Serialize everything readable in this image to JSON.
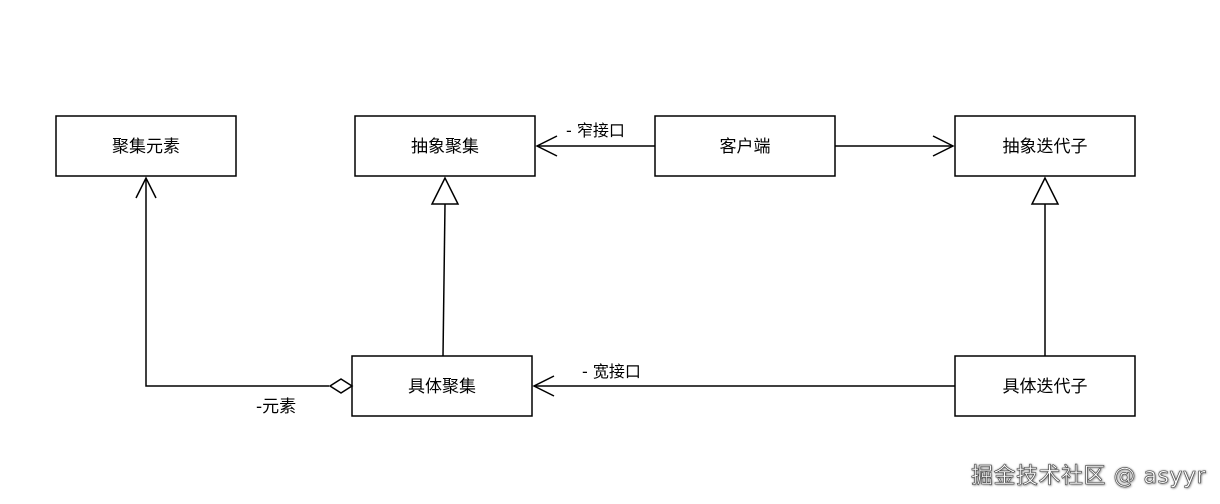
{
  "nodes": {
    "aggregate_element": "聚集元素",
    "abstract_aggregate": "抽象聚集",
    "client": "客户端",
    "abstract_iterator": "抽象迭代子",
    "concrete_aggregate": "具体聚集",
    "concrete_iterator": "具体迭代子"
  },
  "edges": {
    "narrow_interface": "- 窄接口",
    "wide_interface": "- 宽接口",
    "element_role": "-元素"
  },
  "watermark": "掘金技术社区 @ asyyr"
}
